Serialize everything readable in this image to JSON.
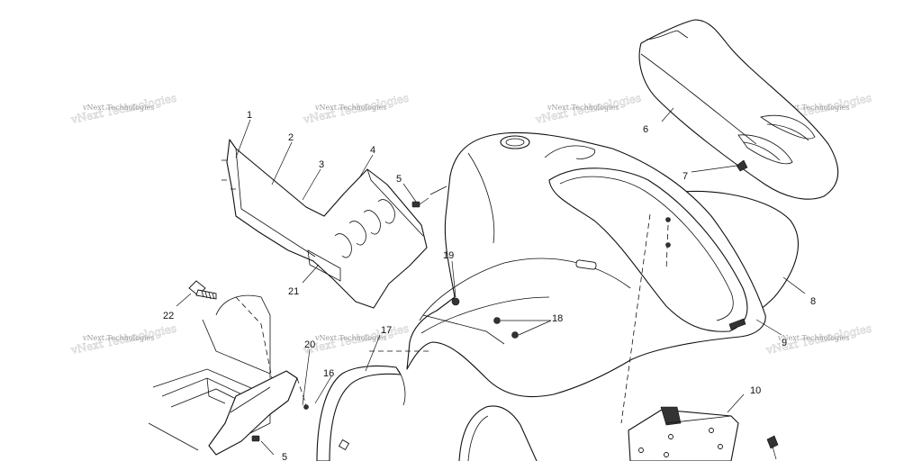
{
  "watermark": "vNext Technologies",
  "callouts": {
    "c1": "1",
    "c2": "2",
    "c3": "3",
    "c4": "4",
    "c5a": "5",
    "c6": "6",
    "c7": "7",
    "c8": "8",
    "c9": "9",
    "c10": "10",
    "c16": "16",
    "c17": "17",
    "c18": "18",
    "c19": "19",
    "c20": "20",
    "c21": "21",
    "c22": "22",
    "c5b": "5"
  }
}
